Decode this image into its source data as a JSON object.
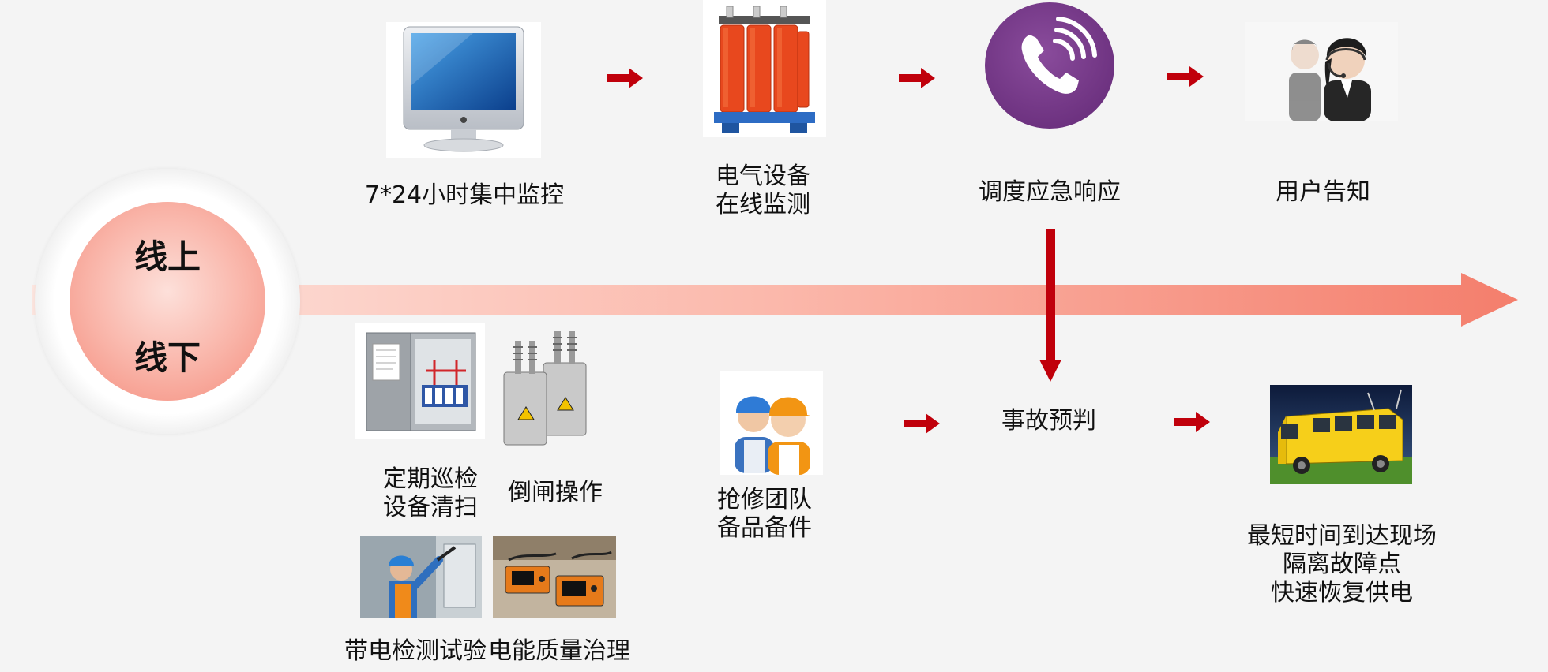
{
  "circle": {
    "top_label": "线上",
    "bottom_label": "线下"
  },
  "online": {
    "steps": [
      {
        "lines": [
          "7*24小时集中监控"
        ]
      },
      {
        "lines": [
          "电气设备",
          "在线监测"
        ]
      },
      {
        "lines": [
          "调度应急响应"
        ]
      },
      {
        "lines": [
          "用户告知"
        ]
      }
    ]
  },
  "offline": {
    "maintenance": [
      {
        "lines": [
          "定期巡检",
          "设备清扫"
        ]
      },
      {
        "lines": [
          "倒闸操作"
        ]
      },
      {
        "lines": [
          "带电检测试验"
        ]
      },
      {
        "lines": [
          "电能质量治理"
        ]
      }
    ],
    "team": {
      "lines": [
        "抢修团队",
        "备品备件"
      ]
    },
    "prediction": {
      "lines": [
        "事故预判"
      ]
    },
    "result": {
      "lines": [
        "最短时间到达现场",
        "隔离故障点",
        "快速恢复供电"
      ]
    }
  },
  "icons": {
    "monitor": "monitor-icon",
    "transformer": "transformer-icon",
    "phone": "phone-icon",
    "call_center": "call-center-icon",
    "cabinet": "electrical-cabinet-icon",
    "switchgear": "high-voltage-switch-icon",
    "worker": "worker-photo",
    "instruments": "test-instrument-photo",
    "team": "repair-team-icon",
    "truck": "repair-truck-icon"
  },
  "colors": {
    "arrow_red": "#c0000b",
    "timeline_start": "#fde3dc",
    "timeline_end": "#f4806e",
    "phone_purple": "#7a3e8c"
  }
}
